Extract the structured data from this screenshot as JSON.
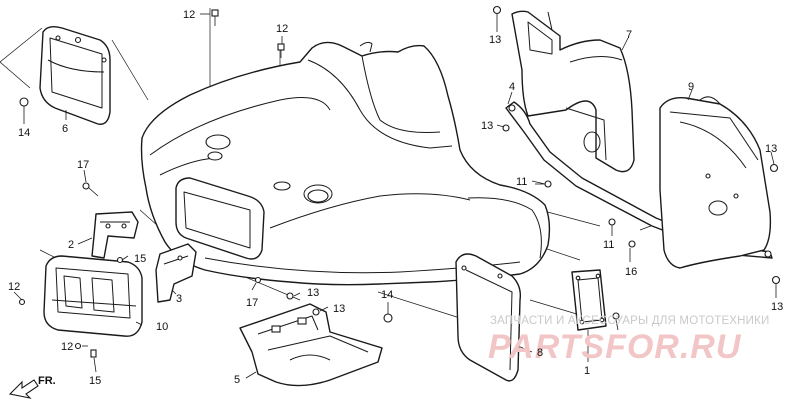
{
  "callouts": {
    "c1": "1",
    "c2": "2",
    "c3": "3",
    "c4": "4",
    "c5": "5",
    "c6": "6",
    "c7": "7",
    "c8": "8",
    "c9": "9",
    "c10": "10",
    "c11a": "11",
    "c11b": "11",
    "c12a": "12",
    "c12b": "12",
    "c12c": "12",
    "c12d": "12",
    "c13a": "13",
    "c13b": "13",
    "c13c": "13",
    "c13d": "13",
    "c13e": "13",
    "c13f": "13",
    "c14a": "14",
    "c14b": "14",
    "c15a": "15",
    "c15b": "15",
    "c16": "16",
    "c17a": "17",
    "c17b": "17"
  },
  "direction_label": "FR.",
  "watermark": {
    "tagline": "ЗАПЧАСТИ И АКСЕССУАРЫ ДЛЯ МОТОТЕХНИКИ",
    "logo": "PARTSFOR.RU"
  },
  "icons": [
    "front-direction-arrow-icon",
    "bolt-icon",
    "nut-icon",
    "screw-icon"
  ]
}
